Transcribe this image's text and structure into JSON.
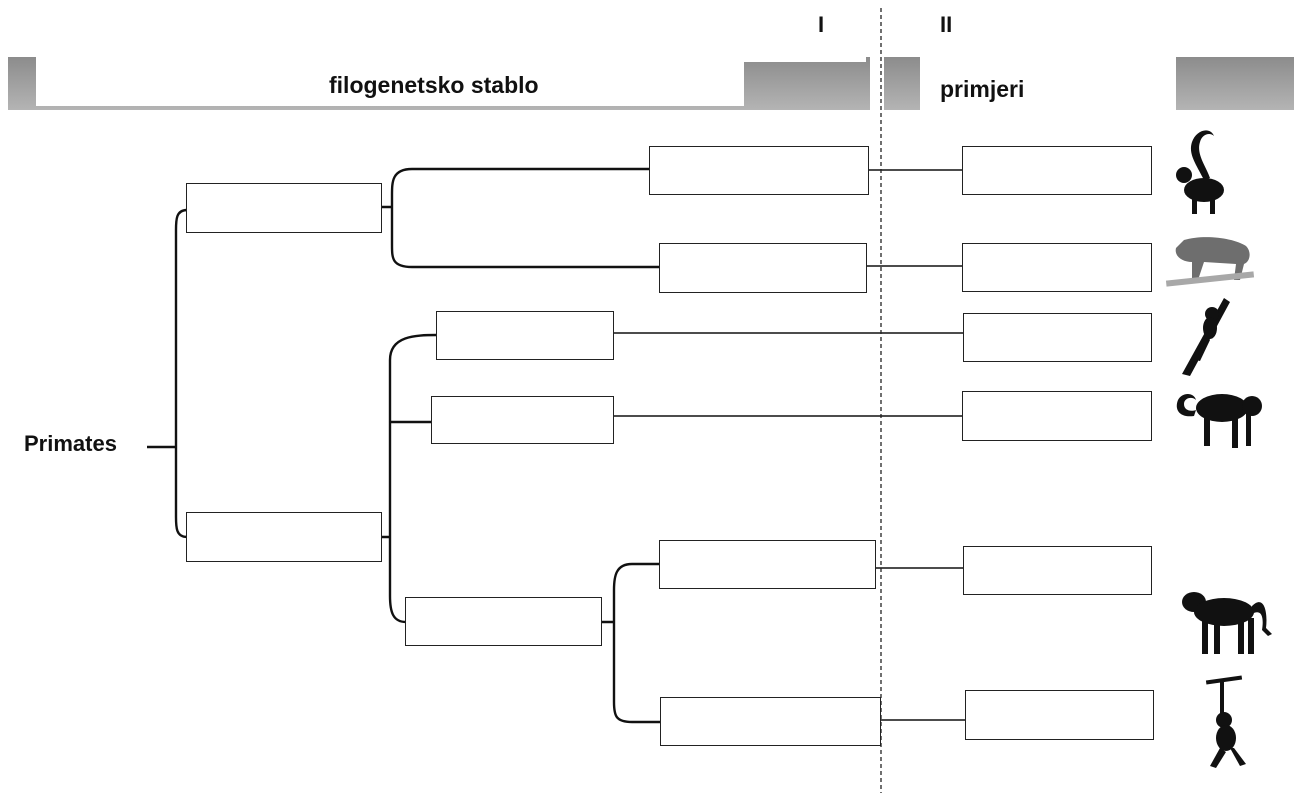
{
  "header": {
    "col_I": "I",
    "col_II": "II",
    "tree_title": "filogenetsko stablo",
    "examples_title": "primjeri"
  },
  "root_label": "Primates",
  "silhouettes": [
    {
      "icon": "lemur-silhouette-icon",
      "color": "#111111"
    },
    {
      "icon": "loris-silhouette-icon",
      "color": "#6e6e6e"
    },
    {
      "icon": "tarsier-silhouette-icon",
      "color": "#111111"
    },
    {
      "icon": "capuchin-monkey-silhouette-icon",
      "color": "#111111"
    },
    {
      "icon": "baboon-silhouette-icon",
      "color": "#111111"
    },
    {
      "icon": "gibbon-silhouette-icon",
      "color": "#111111"
    }
  ]
}
